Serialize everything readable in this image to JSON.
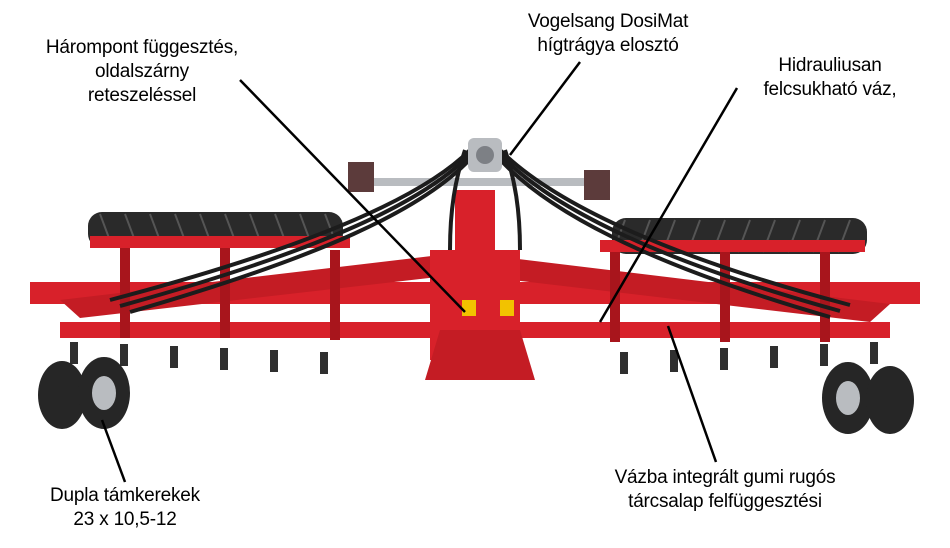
{
  "labels": {
    "harompont": [
      "Hárompont függesztés,",
      "oldalszárny",
      "reteszeléssel"
    ],
    "vogelsang": [
      "Vogelsang DosiMat",
      "hígtrágya elosztó"
    ],
    "hidraul": [
      "Hidrauliusan",
      "felcsukható váz,"
    ],
    "dupla": [
      "Dupla támkerekek",
      "23 x 10,5-12"
    ],
    "vazba": [
      "Vázba integrált gumi rugós",
      "tárcsalap felfüggesztési"
    ]
  },
  "colors": {
    "frame": "#d8212a",
    "frame_dark": "#a8151c",
    "hose": "#1c1c1c",
    "tire": "#262626",
    "metal": "#b9bcc0"
  }
}
